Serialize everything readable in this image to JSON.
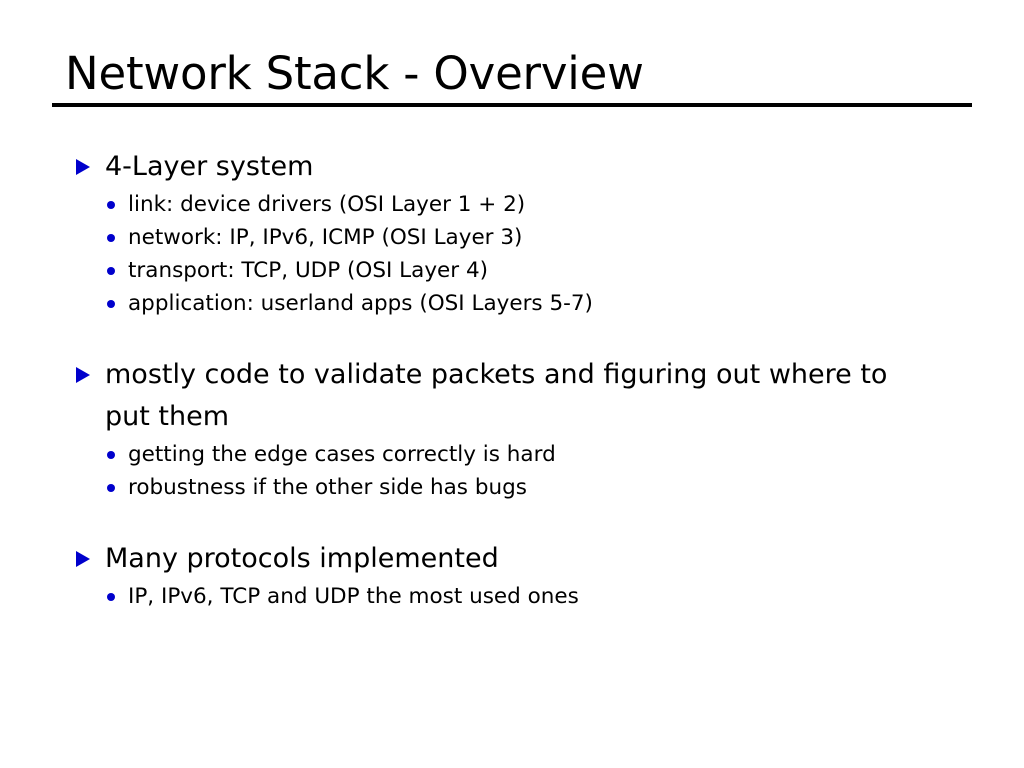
{
  "slide": {
    "title": "Network Stack - Overview",
    "background_color": "#FFFFFF",
    "text_color": "#000000",
    "bullet_color": "#0000CC",
    "rule_color": "#000000",
    "blocks": [
      {
        "bullet_icon": "triangle-right-bullet",
        "text": "4-Layer system",
        "sub_items": [
          {
            "bullet_icon": "dot-bullet",
            "text": "link: device drivers (OSI Layer 1 + 2)"
          },
          {
            "bullet_icon": "dot-bullet",
            "text": "network: IP, IPv6, ICMP (OSI Layer 3)"
          },
          {
            "bullet_icon": "dot-bullet",
            "text": "transport: TCP, UDP (OSI Layer 4)"
          },
          {
            "bullet_icon": "dot-bullet",
            "text": "application: userland apps (OSI Layers 5-7)"
          }
        ]
      },
      {
        "bullet_icon": "triangle-right-bullet",
        "text": "mostly code to validate packets and figuring out where to put them",
        "sub_items": [
          {
            "bullet_icon": "dot-bullet",
            "text": "getting the edge cases correctly is hard"
          },
          {
            "bullet_icon": "dot-bullet",
            "text": "robustness if the other side has bugs"
          }
        ]
      },
      {
        "bullet_icon": "triangle-right-bullet",
        "text": "Many protocols implemented",
        "sub_items": [
          {
            "bullet_icon": "dot-bullet",
            "text": "IP, IPv6, TCP and UDP the most used ones"
          }
        ]
      }
    ]
  }
}
